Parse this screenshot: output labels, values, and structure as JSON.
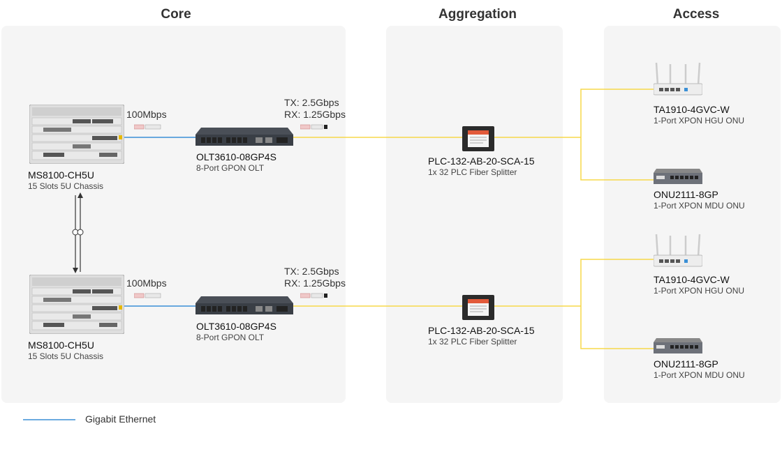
{
  "zones": {
    "core": "Core",
    "aggregation": "Aggregation",
    "access": "Access"
  },
  "chassis": {
    "name": "MS8100-CH5U",
    "desc": "15 Slots 5U Chassis"
  },
  "olt": {
    "name": "OLT3610-08GP4S",
    "desc": "8-Port GPON OLT"
  },
  "splitter": {
    "name": "PLC-132-AB-20-SCA-15",
    "desc": "1x 32 PLC Fiber Splitter"
  },
  "hgu": {
    "name": "TA1910-4GVC-W",
    "desc": "1-Port XPON HGU ONU"
  },
  "mdu": {
    "name": "ONU2111-8GP",
    "desc": "1-Port XPON MDU ONU"
  },
  "links": {
    "uplink_speed": "100Mbps",
    "tx": "TX: 2.5Gbps",
    "rx": "RX: 1.25Gbps"
  },
  "legend": {
    "gigabit_label": "Gigabit Ethernet"
  },
  "colors": {
    "gigabit": "#3a8fd6",
    "fiber": "#f7d84a",
    "zone_bg": "#f5f5f5"
  }
}
